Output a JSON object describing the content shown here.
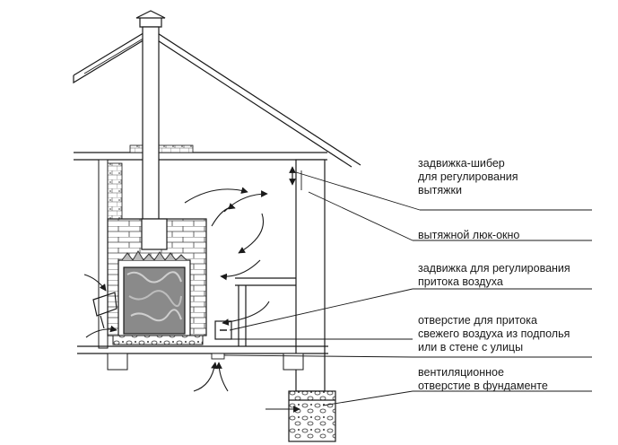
{
  "labels": {
    "damper_exhaust": "задвижка-шибер\nдля регулирования\nвытяжки",
    "exhaust_hatch": "вытяжной люк-окно",
    "damper_supply": "задвижка для регулирования\nпритока воздуха",
    "fresh_air_opening": "отверстие для притока\nсвежего воздуха из подполья\nили в стене с улицы",
    "foundation_vent": "вентиляционное\nотверстие в фундаменте"
  },
  "colors": {
    "line": "#1a1a1a",
    "stone": "#8a8a8a",
    "background": "#ffffff"
  }
}
